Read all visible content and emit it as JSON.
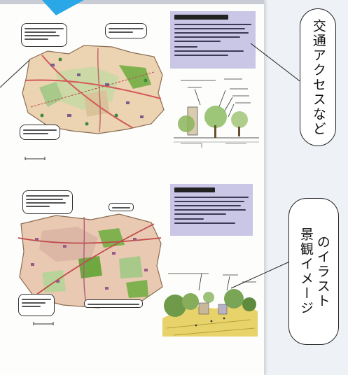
{
  "annotations": {
    "traffic": {
      "label": "交通アクセスなど"
    },
    "landscape": {
      "label": "景観イメージのイラスト",
      "line1": "景観イメージ",
      "line2": "のイラスト"
    }
  },
  "colors": {
    "accent_blue": "#2aa7e6",
    "panel_lavender": "#c9c6e6",
    "map_green": "#7fb24f",
    "road_red": "#d45a5a"
  }
}
